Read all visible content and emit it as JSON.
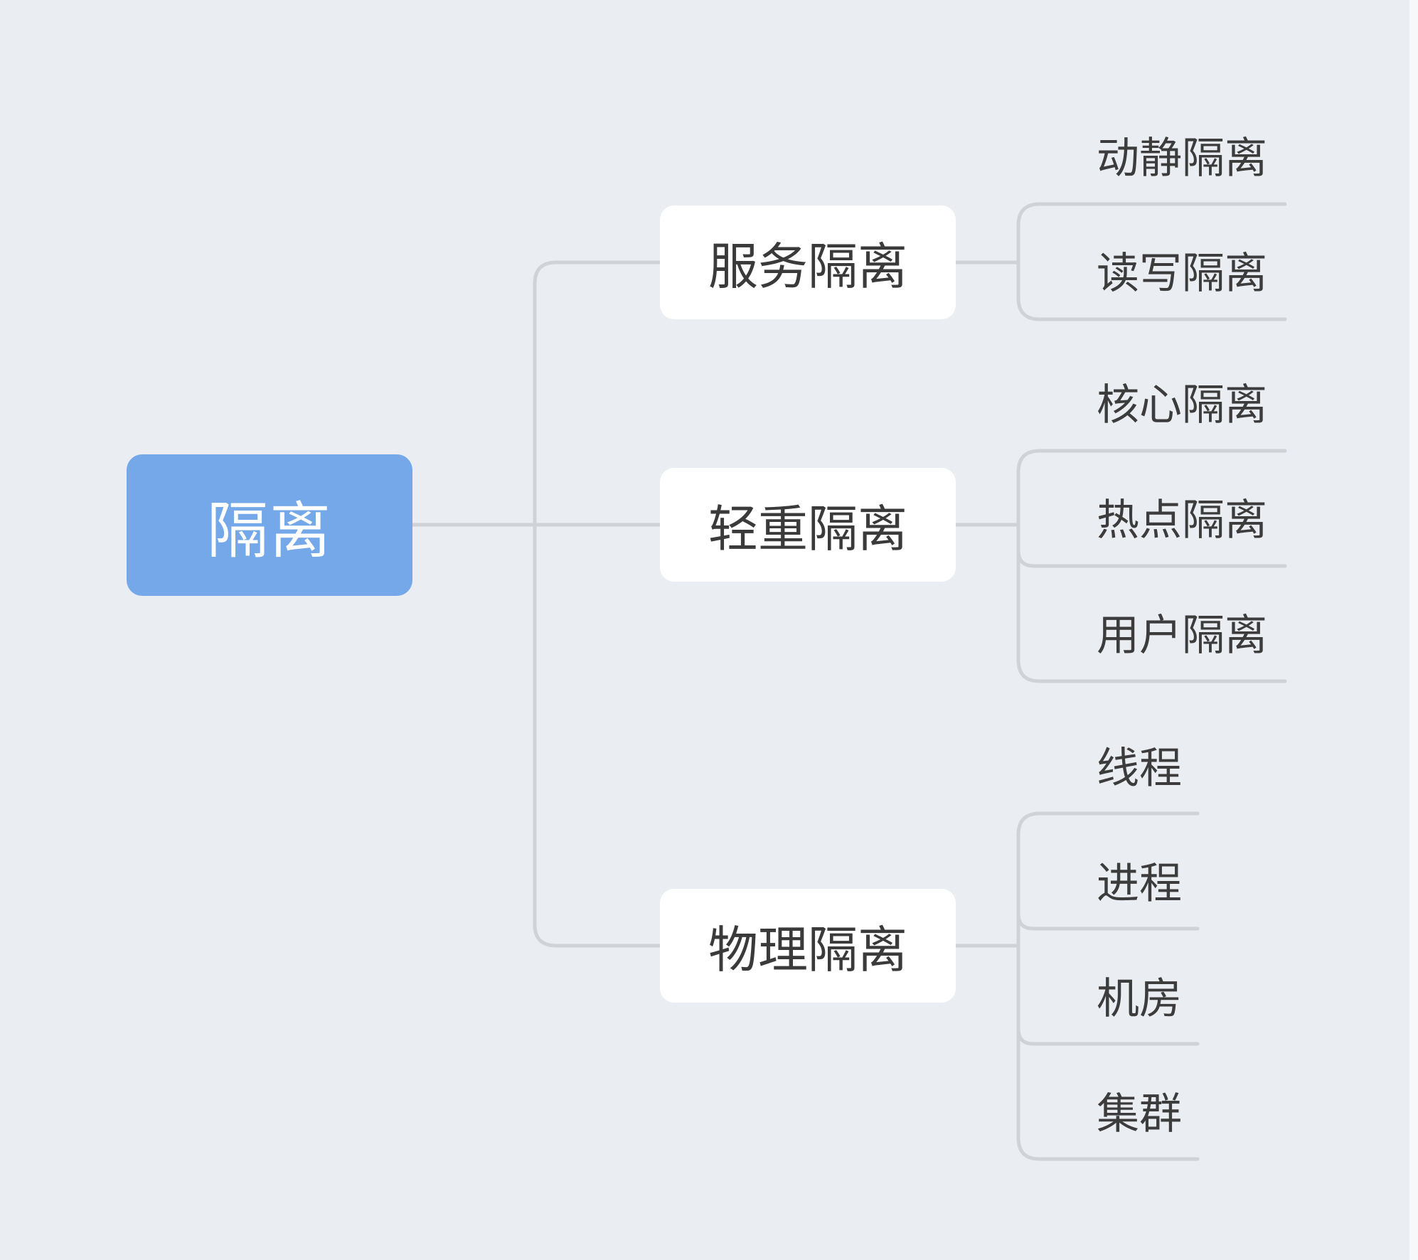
{
  "root": {
    "label": "隔离"
  },
  "branches": [
    {
      "label": "服务隔离",
      "children": [
        "动静隔离",
        "读写隔离"
      ]
    },
    {
      "label": "轻重隔离",
      "children": [
        "核心隔离",
        "热点隔离",
        "用户隔离"
      ]
    },
    {
      "label": "物理隔离",
      "children": [
        "线程",
        "进程",
        "机房",
        "集群"
      ]
    }
  ],
  "colors": {
    "background": "#eaedf2",
    "root_fill": "#74a8e8",
    "branch_fill": "#ffffff",
    "connector": "#cfd3d8"
  }
}
